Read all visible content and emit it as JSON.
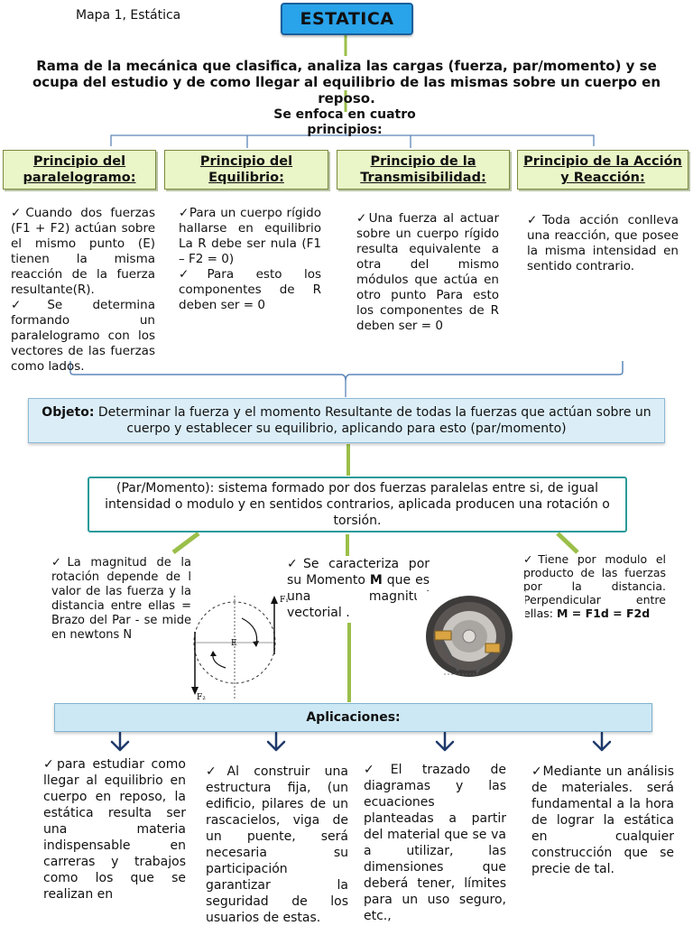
{
  "header": {
    "map_label": "Mapa 1, Estática",
    "title": "ESTATICA"
  },
  "intro": "Rama de la mecánica que clasifica, analiza las cargas (fuerza, par/momento) y se ocupa del estudio y de como llegar al equilibrio de las mismas sobre un cuerpo en reposo.",
  "focus": "Se enfoca en  cuatro principios:",
  "principles": [
    {
      "title": "Principio del paralelogramo:",
      "items": [
        "Cuando dos fuerzas (F1 + F2) actúan sobre el mismo punto (E) tienen la misma reacción de la fuerza resultante(R).",
        "Se determina formando un paralelogramo con los vectores de las fuerzas como lados."
      ]
    },
    {
      "title": "Principio del Equilibrio:",
      "items": [
        "Para un cuerpo rígido hallarse en equilibrio La R debe ser nula (F1 – F2 = 0)",
        "Para esto los componentes de R deben ser = 0"
      ]
    },
    {
      "title": "Principio de la Transmisibilidad:",
      "items": [
        "Una fuerza al actuar sobre un cuerpo rígido resulta equivalente a otra del mismo módulos que actúa en otro punto Para esto los componentes de R deben ser = 0"
      ]
    },
    {
      "title": "Principio de la Acción y Reacción:",
      "items": [
        "Toda acción conlleva una reacción, que posee la misma intensidad en sentido contrario."
      ]
    }
  ],
  "objeto": {
    "label": "Objeto:",
    "text": " Determinar la fuerza y el momento Resultante de todas la fuerzas que actúan sobre un cuerpo y establecer su equilibrio, aplicando para esto  (par/momento)"
  },
  "par_momento": "(Par/Momento): sistema formado por dos fuerzas paralelas entre si, de igual intensidad o modulo y en sentidos contrarios, aplicada producen una rotación o torsión.",
  "par_details": {
    "left": "La magnitud de la rotación depende de l valor de las fuerza y la distancia entre ellas = Brazo del Par  - se mide en newtons N",
    "center_pre": "Se caracteriza por su Momento ",
    "center_bold": "M",
    "center_post": " que es una magnitud vectorial .",
    "right_pre": "Tiene por modulo el producto de las fuerzas por la distancia. Perpendicular entre ellas: ",
    "right_bold": "M = F1d = F2d"
  },
  "figure_labels": {
    "f1": "F₁",
    "f2": "F₂",
    "e": "E"
  },
  "aplicaciones": {
    "title": "Aplicaciones:",
    "items": [
      "para estudiar como llegar al equilibrio en cuerpo en reposo, la estática resulta ser una materia indispensable en carreras y trabajos como los que se realizan en",
      "Al construir una estructura fija, (un edificio, pilares de un rascacielos, viga de un puente, será necesaria su participación garantizar la seguridad de los usuarios de estas.",
      "El trazado de diagramas y las ecuaciones planteadas a partir del material que se va a utilizar, las dimensiones que deberá tener, límites para un uso seguro, etc.,",
      "Mediante un análisis de materiales. será fundamental a la hora de lograr la estática en cualquier construcción que se precie de tal."
    ]
  },
  "colors": {
    "title_fill": "#29a3ea",
    "principle_fill": "#eaf5c8",
    "objeto_fill": "#dbeef8",
    "connector_green": "#9bbf4a",
    "bracket_blue": "#5b86b8",
    "arrow_navy": "#1f3a6b"
  }
}
